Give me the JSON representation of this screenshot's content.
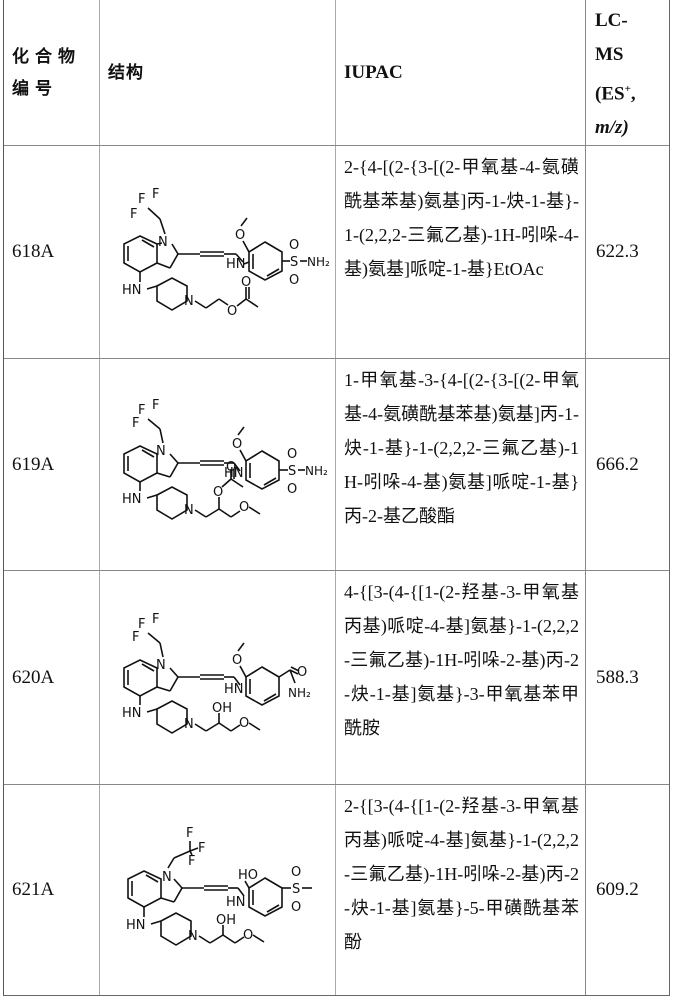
{
  "table": {
    "headers": {
      "compound_no": "化合物编号",
      "structure": "结构",
      "iupac": "IUPAC",
      "lcms_line1": "LC-",
      "lcms_line2": "MS",
      "lcms_line3_pre": "(ES",
      "lcms_line3_sup": "+",
      "lcms_line3_post": ",",
      "lcms_line4": "m/z)"
    },
    "rows": [
      {
        "id": "618A",
        "iupac": "2-{4-[(2-{3-[(2-甲氧基-4-氨磺酰基苯基)氨基]丙-1-炔-1-基}-1-(2,2,2-三氟乙基)-1H-吲哚-4-基)氨基]哌啶-1-基}EtOAc",
        "ms": "622.3",
        "structure_labels": {
          "f1": "F",
          "f2": "F",
          "f3": "F",
          "n1": "N",
          "hn_aryl": "HN",
          "hn_pip": "HN",
          "n_pip": "N",
          "o_me": "O",
          "s": "S",
          "nh2": "NH₂",
          "o1": "O",
          "o2": "O",
          "o_ester": "O",
          "o_carbonyl": "O"
        }
      },
      {
        "id": "619A",
        "iupac": "1-甲氧基-3-{4-[(2-{3-[(2-甲氧基-4-氨磺酰基苯基)氨基]丙-1-炔-1-基}-1-(2,2,2-三氟乙基)-1H-吲哚-4-基)氨基]哌啶-1-基}丙-2-基乙酸酯",
        "ms": "666.2",
        "structure_labels": {
          "f1": "F",
          "f2": "F",
          "f3": "F",
          "n1": "N",
          "hn_aryl": "HN",
          "hn_pip": "HN",
          "n_pip": "N",
          "o_me": "O",
          "s": "S",
          "nh2": "NH₂",
          "o1": "O",
          "o2": "O",
          "o_ester": "O",
          "o_carbonyl": "O",
          "o_methoxy": "O"
        }
      },
      {
        "id": "620A",
        "iupac": "4-{[3-(4-{[1-(2-羟基-3-甲氧基丙基)哌啶-4-基]氨基}-1-(2,2,2-三氟乙基)-1H-吲哚-2-基)丙-2-炔-1-基]氨基}-3-甲氧基苯甲酰胺",
        "ms": "588.3",
        "structure_labels": {
          "f1": "F",
          "f2": "F",
          "f3": "F",
          "n1": "N",
          "hn_aryl": "HN",
          "hn_pip": "HN",
          "n_pip": "N",
          "o_me": "O",
          "o_amide": "O",
          "nh2": "NH₂",
          "oh": "OH",
          "o_methoxy": "O"
        }
      },
      {
        "id": "621A",
        "iupac": "2-{[3-(4-{[1-(2-羟基-3-甲氧基丙基)哌啶-4-基]氨基}-1-(2,2,2-三氟乙基)-1H-吲哚-2-基)丙-2-炔-1-基]氨基}-5-甲磺酰基苯酚",
        "ms": "609.2",
        "structure_labels": {
          "f1": "F",
          "f2": "F",
          "f3": "F",
          "n1": "N",
          "ho": "HO",
          "hn_aryl": "HN",
          "hn_pip": "HN",
          "n_pip": "N",
          "s": "S",
          "o1": "O",
          "o2": "O",
          "oh": "OH",
          "o_methoxy": "O"
        }
      }
    ]
  }
}
